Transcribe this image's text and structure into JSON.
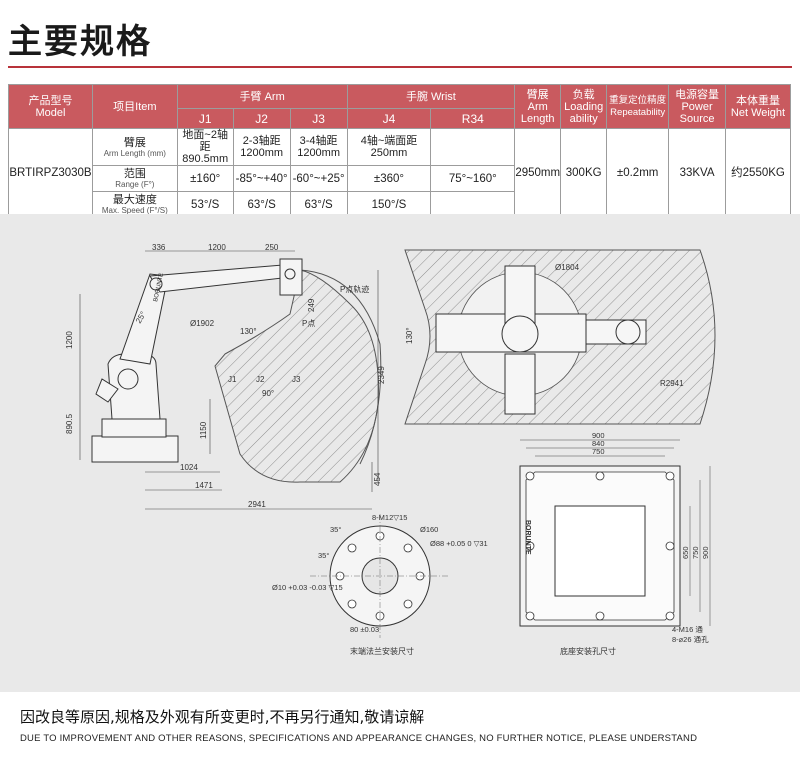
{
  "title": "主要规格",
  "table": {
    "header": {
      "model_cn": "产品型号",
      "model_en": "Model",
      "item": "项目Item",
      "arm_group": "手臂 Arm",
      "wrist_group": "手腕 Wrist",
      "arm_length_cn": "臂展",
      "arm_length_en1": "Arm",
      "arm_length_en2": "Length",
      "loading_cn": "负载",
      "loading_en1": "Loading",
      "loading_en2": "ability",
      "repeat_cn": "重复定位精度",
      "repeat_en": "Repeatability",
      "power_cn": "电源容量",
      "power_en1": "Power",
      "power_en2": "Source",
      "weight_cn": "本体重量",
      "weight_en": "Net Weight",
      "j1": "J1",
      "j2": "J2",
      "j3": "J3",
      "j4": "J4",
      "r34": "R34"
    },
    "model": "BRTIRPZ3030B",
    "rows": [
      {
        "label_cn": "臂展",
        "label_en": "Arm Length (mm)",
        "j1": "地面~2轴距\n890.5mm",
        "j2": "2-3轴距\n1200mm",
        "j3": "3-4轴距\n1200mm",
        "j4": "4轴~端面距\n250mm",
        "r34": ""
      },
      {
        "label_cn": "范围",
        "label_en": "Range (F°)",
        "j1": "±160°",
        "j2": "-85°~+40°",
        "j3": "-60°~+25°",
        "j4": "±360°",
        "r34": "75°~160°"
      },
      {
        "label_cn": "最大速度",
        "label_en": "Max. Speed (F°/S)",
        "j1": "53°/S",
        "j2": "63°/S",
        "j3": "63°/S",
        "j4": "150°/S",
        "r34": ""
      }
    ],
    "arm_length": "2950mm",
    "loading": "300KG",
    "repeatability": "±0.2mm",
    "power": "33KVA",
    "weight": "约2550KG"
  },
  "drawings": {
    "side": {
      "dims": [
        "336",
        "1200",
        "250",
        "1200",
        "890.5",
        "1024",
        "1471",
        "2941",
        "2349",
        "1150",
        "454",
        "249",
        "Ø1902",
        "130°",
        "25°",
        "90°",
        "J1",
        "J2",
        "J3"
      ],
      "p_path": "P点轨迹",
      "p_point": "P点",
      "brand": "BORUNTE"
    },
    "top": {
      "dims": [
        "Ø1804",
        "130°",
        "R2941"
      ]
    },
    "flange": {
      "dims": [
        "8-M12▽15",
        "Ø160",
        "Ø88 +0.05 0 ▽31",
        "Ø10 +0.03 -0.03 ▽15",
        "35°",
        "35°",
        "80 ±0.03"
      ],
      "caption": "末端法兰安装尺寸"
    },
    "base": {
      "dims": [
        "900",
        "840",
        "750",
        "650",
        "750",
        "900",
        "4-M16 通",
        "8-⌀26 通孔"
      ],
      "brand": "BORUNTE",
      "caption": "底座安装孔尺寸"
    }
  },
  "notice": {
    "cn": "因改良等原因,规格及外观有所变更时,不再另行通知,敬请谅解",
    "en": "DUE TO IMPROVEMENT AND OTHER REASONS, SPECIFICATIONS AND APPEARANCE CHANGES, NO FURTHER NOTICE, PLEASE UNDERSTAND"
  }
}
